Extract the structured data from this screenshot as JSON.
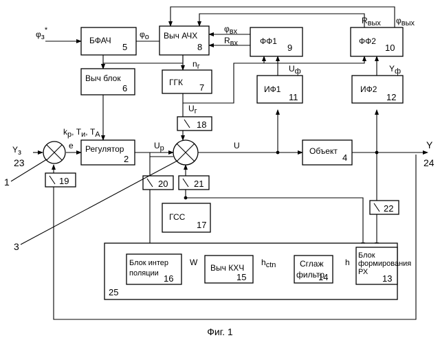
{
  "blocks": {
    "b5": {
      "name": "БФАЧ",
      "num": "5"
    },
    "b6": {
      "name": "Выч блок",
      "num": "6"
    },
    "b8": {
      "name": "Выч АЧХ",
      "num": "8"
    },
    "b9": {
      "name": "ФФ1",
      "num": "9"
    },
    "b10": {
      "name": "ФФ2",
      "num": "10"
    },
    "b7": {
      "name": "ГГК",
      "num": "7"
    },
    "b11": {
      "name": "ИФ1",
      "num": "11"
    },
    "b12": {
      "name": "ИФ2",
      "num": "12"
    },
    "b2": {
      "name": "Регулятор",
      "num": "2"
    },
    "b4": {
      "name": "Объект",
      "num": "4"
    },
    "b17": {
      "name": "ГСС",
      "num": "17"
    },
    "b16": {
      "name1": "Блок интер",
      "name2": "поляции",
      "num": "16"
    },
    "b15": {
      "name": "Выч КХЧ",
      "num": "15"
    },
    "b14": {
      "name1": "Сглаж",
      "name2": "фильтр",
      "num": "14"
    },
    "b13": {
      "name1": "Блок",
      "name2": "формирования",
      "name3": "РХ",
      "num": "13"
    }
  },
  "switches": {
    "s18": "18",
    "s19": "19",
    "s20": "20",
    "s21": "21",
    "s22": "22"
  },
  "container_num": "25",
  "signals": {
    "phi_z": "φ",
    "phi_z_sub": "з",
    "phi_z_sup": "*",
    "phi_0": "φ",
    "phi_0_sub": "о",
    "phi_vx": "φ",
    "phi_vx_sub": "вх",
    "r_vx": "R",
    "r_vx_sub": "вх",
    "r_vyx": "R",
    "r_vyx_sub": "вых",
    "phi_vyx": "φ",
    "phi_vyx_sub": "вых",
    "n_g": "n",
    "n_g_sub": "г",
    "u_f": "U",
    "u_f_sub": "ф",
    "y_f": "Y",
    "y_f_sub": "ф",
    "u_g": "U",
    "u_g_sub": "г",
    "u_p": "U",
    "u_p_sub": "р",
    "u": "U",
    "y": "Y",
    "y_z": "Y",
    "y_z_sub": "з",
    "e": "e",
    "coef": "k",
    "coef_sub": "р",
    "coef_mid": ", T",
    "coef_sub2": "и",
    "coef_mid2": ", T",
    "coef_sub3": "А",
    "h_ctn": "h",
    "h_ctn_sub": "ctn",
    "h": "h",
    "w": "W"
  },
  "labels": {
    "n23": "23",
    "n24": "24",
    "n1": "1",
    "n3": "3"
  },
  "caption": "Фиг. 1"
}
